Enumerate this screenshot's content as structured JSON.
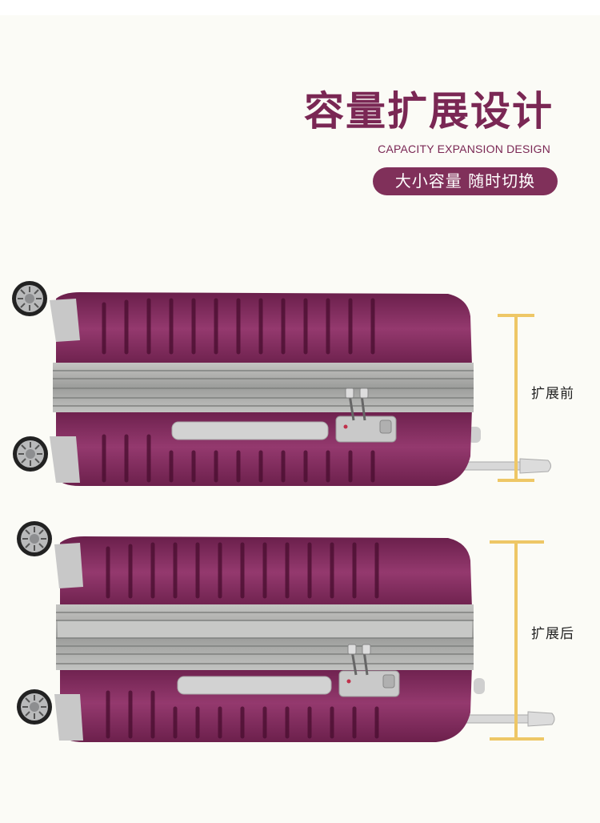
{
  "header": {
    "title": "容量扩展设计",
    "subtitle": "CAPACITY EXPANSION DESIGN",
    "badge": "大小容量 随时切换"
  },
  "comparison": [
    {
      "label": "扩展前",
      "state": "before-expansion"
    },
    {
      "label": "扩展后",
      "state": "after-expansion"
    }
  ],
  "colors": {
    "brand": "#7a2754",
    "badge_bg": "#80305a",
    "measure_bar": "#eec766",
    "background": "#fbfbf6",
    "shell": "#7e2a5a",
    "zipper": "#a9aaa9"
  },
  "icons": {
    "wheel": "spinner-wheel-icon",
    "lock": "tsa-lock-icon",
    "handle": "side-handle-icon"
  }
}
